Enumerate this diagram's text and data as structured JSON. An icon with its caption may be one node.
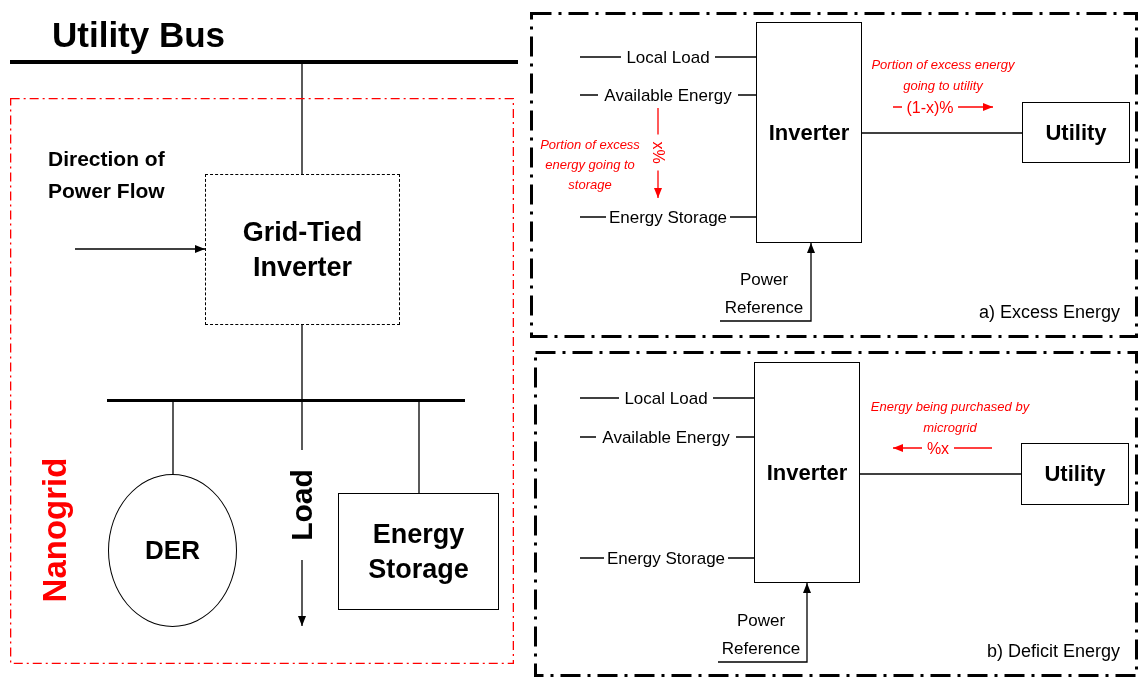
{
  "diagram": {
    "nodes": [
      {
        "text": [
          "Nanogrid"
        ]
      },
      {
        "text": [
          "Utility Bus"
        ]
      },
      {
        "text": [
          "Grid-Tied Inverter"
        ],
        "in": 0
      },
      {
        "text": [],
        "shape": "bar",
        "in": 0
      },
      {
        "text": [
          "DER"
        ],
        "in": 0
      },
      {
        "text": [
          "Energy Storage"
        ],
        "in": 0
      },
      {
        "text": [
          "a) Excess Energy"
        ]
      },
      {
        "text": [
          "Inverter"
        ],
        "in": 6
      },
      {
        "text": [
          "Utility"
        ],
        "in": 6
      },
      {
        "text": [
          "b) Deficit Energy"
        ]
      },
      {
        "text": [
          "Inverter"
        ],
        "in": 9
      },
      {
        "text": [
          "Utility"
        ],
        "in": 9
      }
    ],
    "edges": [
      {
        "from": 1,
        "to": 2,
        "arrow": "none"
      },
      {
        "from": 2,
        "to": 3,
        "arrow": "none"
      },
      {
        "from": 3,
        "to": 4,
        "arrow": "none"
      },
      {
        "from": 3,
        "to": 5,
        "arrow": "none"
      },
      {
        "from": 3,
        "to": null,
        "arrow": "to",
        "label": "Load"
      },
      {
        "from": null,
        "to": 2,
        "arrow": "to",
        "label": "Direction of Power Flow"
      },
      {
        "from": null,
        "to": 7,
        "arrow": "none",
        "label": "Local Load"
      },
      {
        "from": null,
        "to": 7,
        "arrow": "none",
        "label": "Available Energy"
      },
      {
        "from": null,
        "to": 7,
        "arrow": "none",
        "label": "Energy Storage"
      },
      {
        "from": null,
        "to": 7,
        "arrow": "to",
        "label": "Power Reference"
      },
      {
        "from": 7,
        "to": 8,
        "arrow": "none"
      },
      {
        "from": null,
        "to": 10,
        "arrow": "none",
        "label": "Local Load"
      },
      {
        "from": null,
        "to": 10,
        "arrow": "none",
        "label": "Available Energy"
      },
      {
        "from": null,
        "to": 10,
        "arrow": "none",
        "label": "Energy Storage"
      },
      {
        "from": null,
        "to": 10,
        "arrow": "to",
        "label": "Power Reference"
      },
      {
        "from": 10,
        "to": 11,
        "arrow": "none"
      }
    ],
    "labels": [
      "Portion of excess energy going to storage",
      "x%",
      "Portion of excess energy going to utility",
      "(1-x)%",
      "Energy being purchased by microgrid",
      "%x"
    ]
  }
}
